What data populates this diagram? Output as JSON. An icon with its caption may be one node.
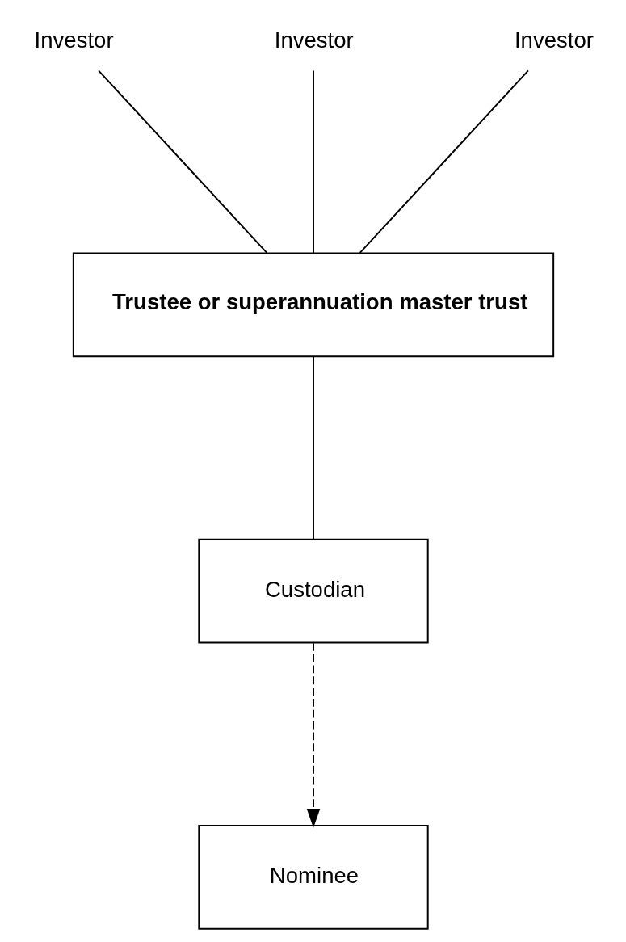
{
  "diagram": {
    "nodes": [
      {
        "text": [
          "Investor"
        ]
      },
      {
        "text": [
          "Investor"
        ]
      },
      {
        "text": [
          "Investor"
        ]
      },
      {
        "text": [
          "Trustee or superannuation master trust"
        ]
      },
      {
        "text": [
          "Custodian"
        ]
      },
      {
        "text": [
          "Nominee"
        ]
      }
    ],
    "edges": [
      {
        "from": 0,
        "to": 3,
        "arrow": "none"
      },
      {
        "from": 1,
        "to": 3,
        "arrow": "none"
      },
      {
        "from": 2,
        "to": 3,
        "arrow": "none"
      },
      {
        "from": 3,
        "to": 4,
        "arrow": "none"
      },
      {
        "from": 4,
        "to": 5,
        "arrow": "to",
        "style": "dashed"
      }
    ]
  }
}
